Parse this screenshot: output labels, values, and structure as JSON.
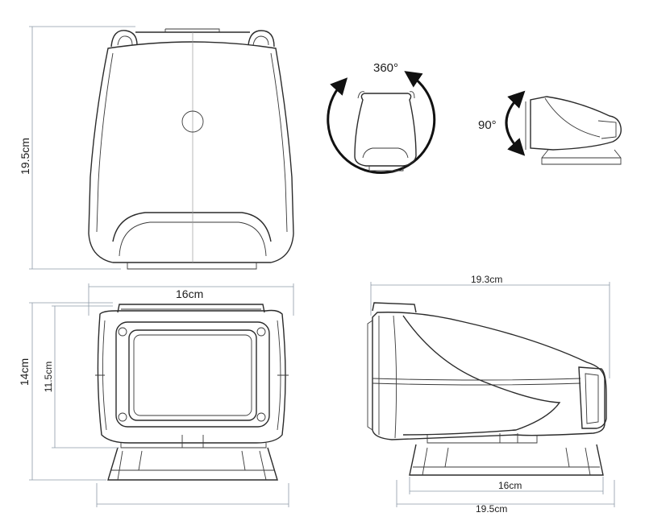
{
  "labels": {
    "front_height": "19.5cm",
    "rotation_horizontal": "360°",
    "tilt_vertical": "90°",
    "front_width": "16cm",
    "front_total_height": "14cm",
    "front_inner_height": "11.5cm",
    "side_length": "19.3cm",
    "base_width_inner": "16cm",
    "base_width_outer": "19.5cm"
  },
  "colors": {
    "line": "#2b2b2b",
    "dimension": "#8d9aa8",
    "arrow": "#111111"
  }
}
